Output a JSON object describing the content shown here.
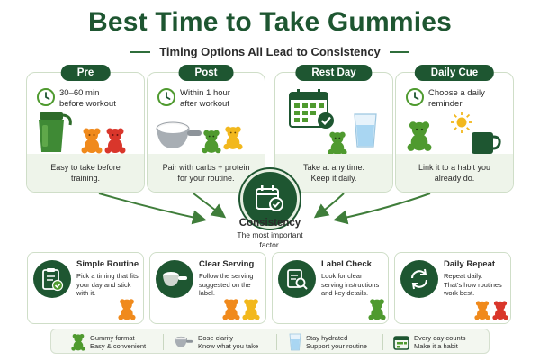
{
  "header": {
    "title": "Best Time to Take Gummies",
    "subtitle": "Timing Options All Lead to Consistency"
  },
  "timing_cards": [
    {
      "label": "Pre",
      "note_line1": "30–60 min",
      "note_line2": "before workout",
      "foot_line1": "Easy to take before",
      "foot_line2": "training.",
      "icon": "clock-icon"
    },
    {
      "label": "Post",
      "note_line1": "Within 1 hour",
      "note_line2": "after workout",
      "foot_line1": "Pair with carbs + protein",
      "foot_line2": "for your routine.",
      "icon": "clock-icon"
    },
    {
      "label": "Rest Day",
      "foot_line1": "Take at any time.",
      "foot_line2": "Keep it daily.",
      "icon": "calendar-check-icon"
    },
    {
      "label": "Daily Cue",
      "note_line1": "Choose a daily",
      "note_line2": "reminder",
      "foot_line1": "Link it to a habit you",
      "foot_line2": "already do.",
      "icon": "clock-icon"
    }
  ],
  "center": {
    "title": "Consistency",
    "sub_line1": "The most important",
    "sub_line2": "factor."
  },
  "tips": [
    {
      "title": "Simple Routine",
      "l1": "Pick a timing that fits",
      "l2": "your day and stick",
      "l3": "with it.",
      "icon": "clipboard-check-icon"
    },
    {
      "title": "Clear Serving",
      "l1": "Follow the serving",
      "l2": "suggested on the",
      "l3": "label.",
      "icon": "scoop-icon"
    },
    {
      "title": "Label Check",
      "l1": "Look for clear",
      "l2": "serving instructions",
      "l3": "and key details.",
      "icon": "label-search-icon"
    },
    {
      "title": "Daily Repeat",
      "l1": "Repeat daily.",
      "l2": "That's how routines",
      "l3": "work best.",
      "icon": "repeat-icon"
    }
  ],
  "strip": [
    {
      "title": "Gummy format",
      "sub": "Easy & convenient",
      "icon": "gummy-bear-icon"
    },
    {
      "title": "Dose clarity",
      "sub": "Know what you take",
      "icon": "scoop-icon"
    },
    {
      "title": "Stay hydrated",
      "sub": "Support your routine",
      "icon": "water-glass-icon"
    },
    {
      "title": "Every day counts",
      "sub": "Make it a habit",
      "icon": "calendar-icon"
    }
  ],
  "colors": {
    "brand_green": "#1e5631",
    "light_green": "#eef4ea",
    "gummy_green": "#4f9a2f",
    "gummy_orange": "#f08a1c",
    "gummy_red": "#d9362b",
    "gummy_yellow": "#f2b81d"
  }
}
